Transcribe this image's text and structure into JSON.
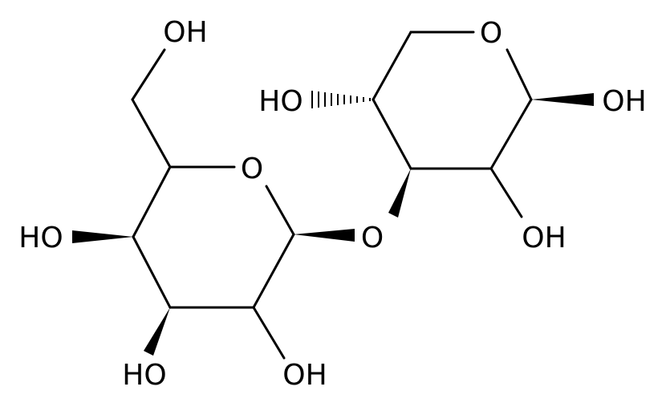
{
  "diagram": {
    "type": "chemical-structure",
    "labels": {
      "oh_top": "OH",
      "ring1_o": "O",
      "ring2_o": "O",
      "ho_right_upper": "HO",
      "oh_far_right": "OH",
      "ho_left": "HO",
      "bridge_o": "O",
      "oh_right_lower": "OH",
      "ho_bottom_left": "HO",
      "oh_bottom_mid": "OH"
    }
  }
}
